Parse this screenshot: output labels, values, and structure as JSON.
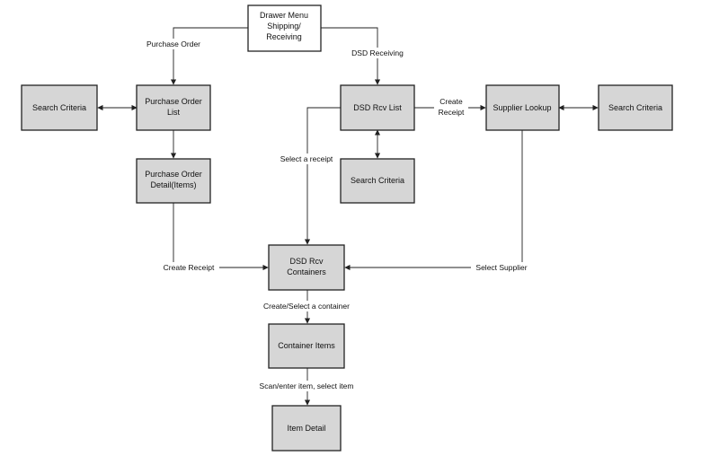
{
  "nodes": {
    "drawer_menu": [
      "Drawer Menu",
      "Shipping/",
      "Receiving"
    ],
    "po_list": [
      "Purchase Order",
      "List"
    ],
    "search_criteria_left": [
      "Search Criteria"
    ],
    "po_detail": [
      "Purchase Order",
      "Detail(Items)"
    ],
    "dsd_rcv_list": [
      "DSD Rcv List"
    ],
    "search_criteria_mid": [
      "Search Criteria"
    ],
    "supplier_lookup": [
      "Supplier Lookup"
    ],
    "search_criteria_right": [
      "Search Criteria"
    ],
    "dsd_rcv_containers": [
      "DSD Rcv",
      "Containers"
    ],
    "container_items": [
      "Container Items"
    ],
    "item_detail": [
      "Item Detail"
    ]
  },
  "edge_labels": {
    "purchase_order": "Purchase Order",
    "dsd_receiving": "DSD Receiving",
    "create_receipt_top": [
      "Create",
      "Receipt"
    ],
    "select_receipt": "Select a receipt",
    "create_receipt": "Create Receipt",
    "select_supplier": "Select Supplier",
    "create_select_container": "Create/Select a container",
    "scan_enter_item": "Scan/enter item, select item"
  }
}
